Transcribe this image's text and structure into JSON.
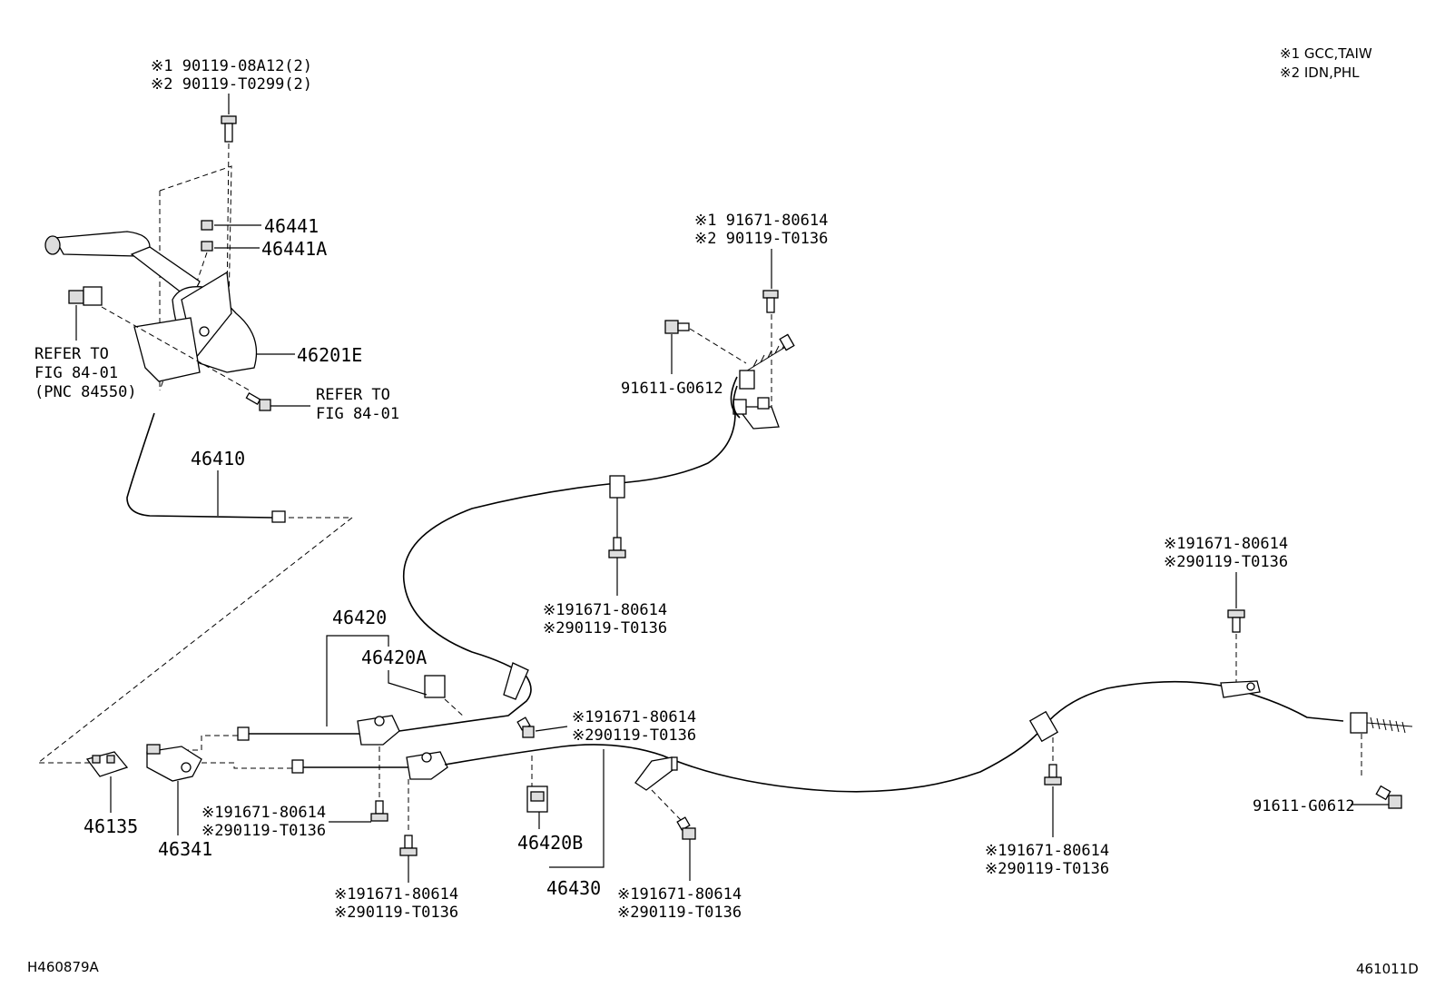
{
  "legend": {
    "line1": "※1 GCC,TAIW",
    "line2": "※2 IDN,PHL"
  },
  "codes": {
    "left": "H460879A",
    "right": "461011D"
  },
  "parts": {
    "p46441": "46441",
    "p46441A": "46441A",
    "p46201E": "46201E",
    "p46410": "46410",
    "p46420": "46420",
    "p46420A": "46420A",
    "p46420B": "46420B",
    "p46430": "46430",
    "p46135": "46135",
    "p46341": "46341",
    "p91611_top": "91611-G0612",
    "p91611_right": "91611-G0612"
  },
  "refs": {
    "ref1_l1": "REFER TO",
    "ref1_l2": "FIG 84-01",
    "ref1_l3": "(PNC 84550)",
    "ref2_l1": "REFER TO",
    "ref2_l2": "FIG 84-01"
  },
  "bolts": {
    "top_l1": "※1 90119-08A12(2)",
    "top_l2": "※2 90119-T0299(2)",
    "upper_l1": "※1 91671-80614",
    "upper_l2": "※2 90119-T0136",
    "mid_l1": "※191671-80614",
    "mid_l2": "※290119-T0136",
    "right_l1": "※191671-80614",
    "right_l2": "※290119-T0136",
    "center_l1": "※191671-80614",
    "center_l2": "※290119-T0136",
    "lowleft_l1": "※191671-80614",
    "lowleft_l2": "※290119-T0136",
    "bottom1_l1": "※191671-80614",
    "bottom1_l2": "※290119-T0136",
    "bottom2_l1": "※191671-80614",
    "bottom2_l2": "※290119-T0136",
    "bottomright_l1": "※191671-80614",
    "bottomright_l2": "※290119-T0136"
  }
}
